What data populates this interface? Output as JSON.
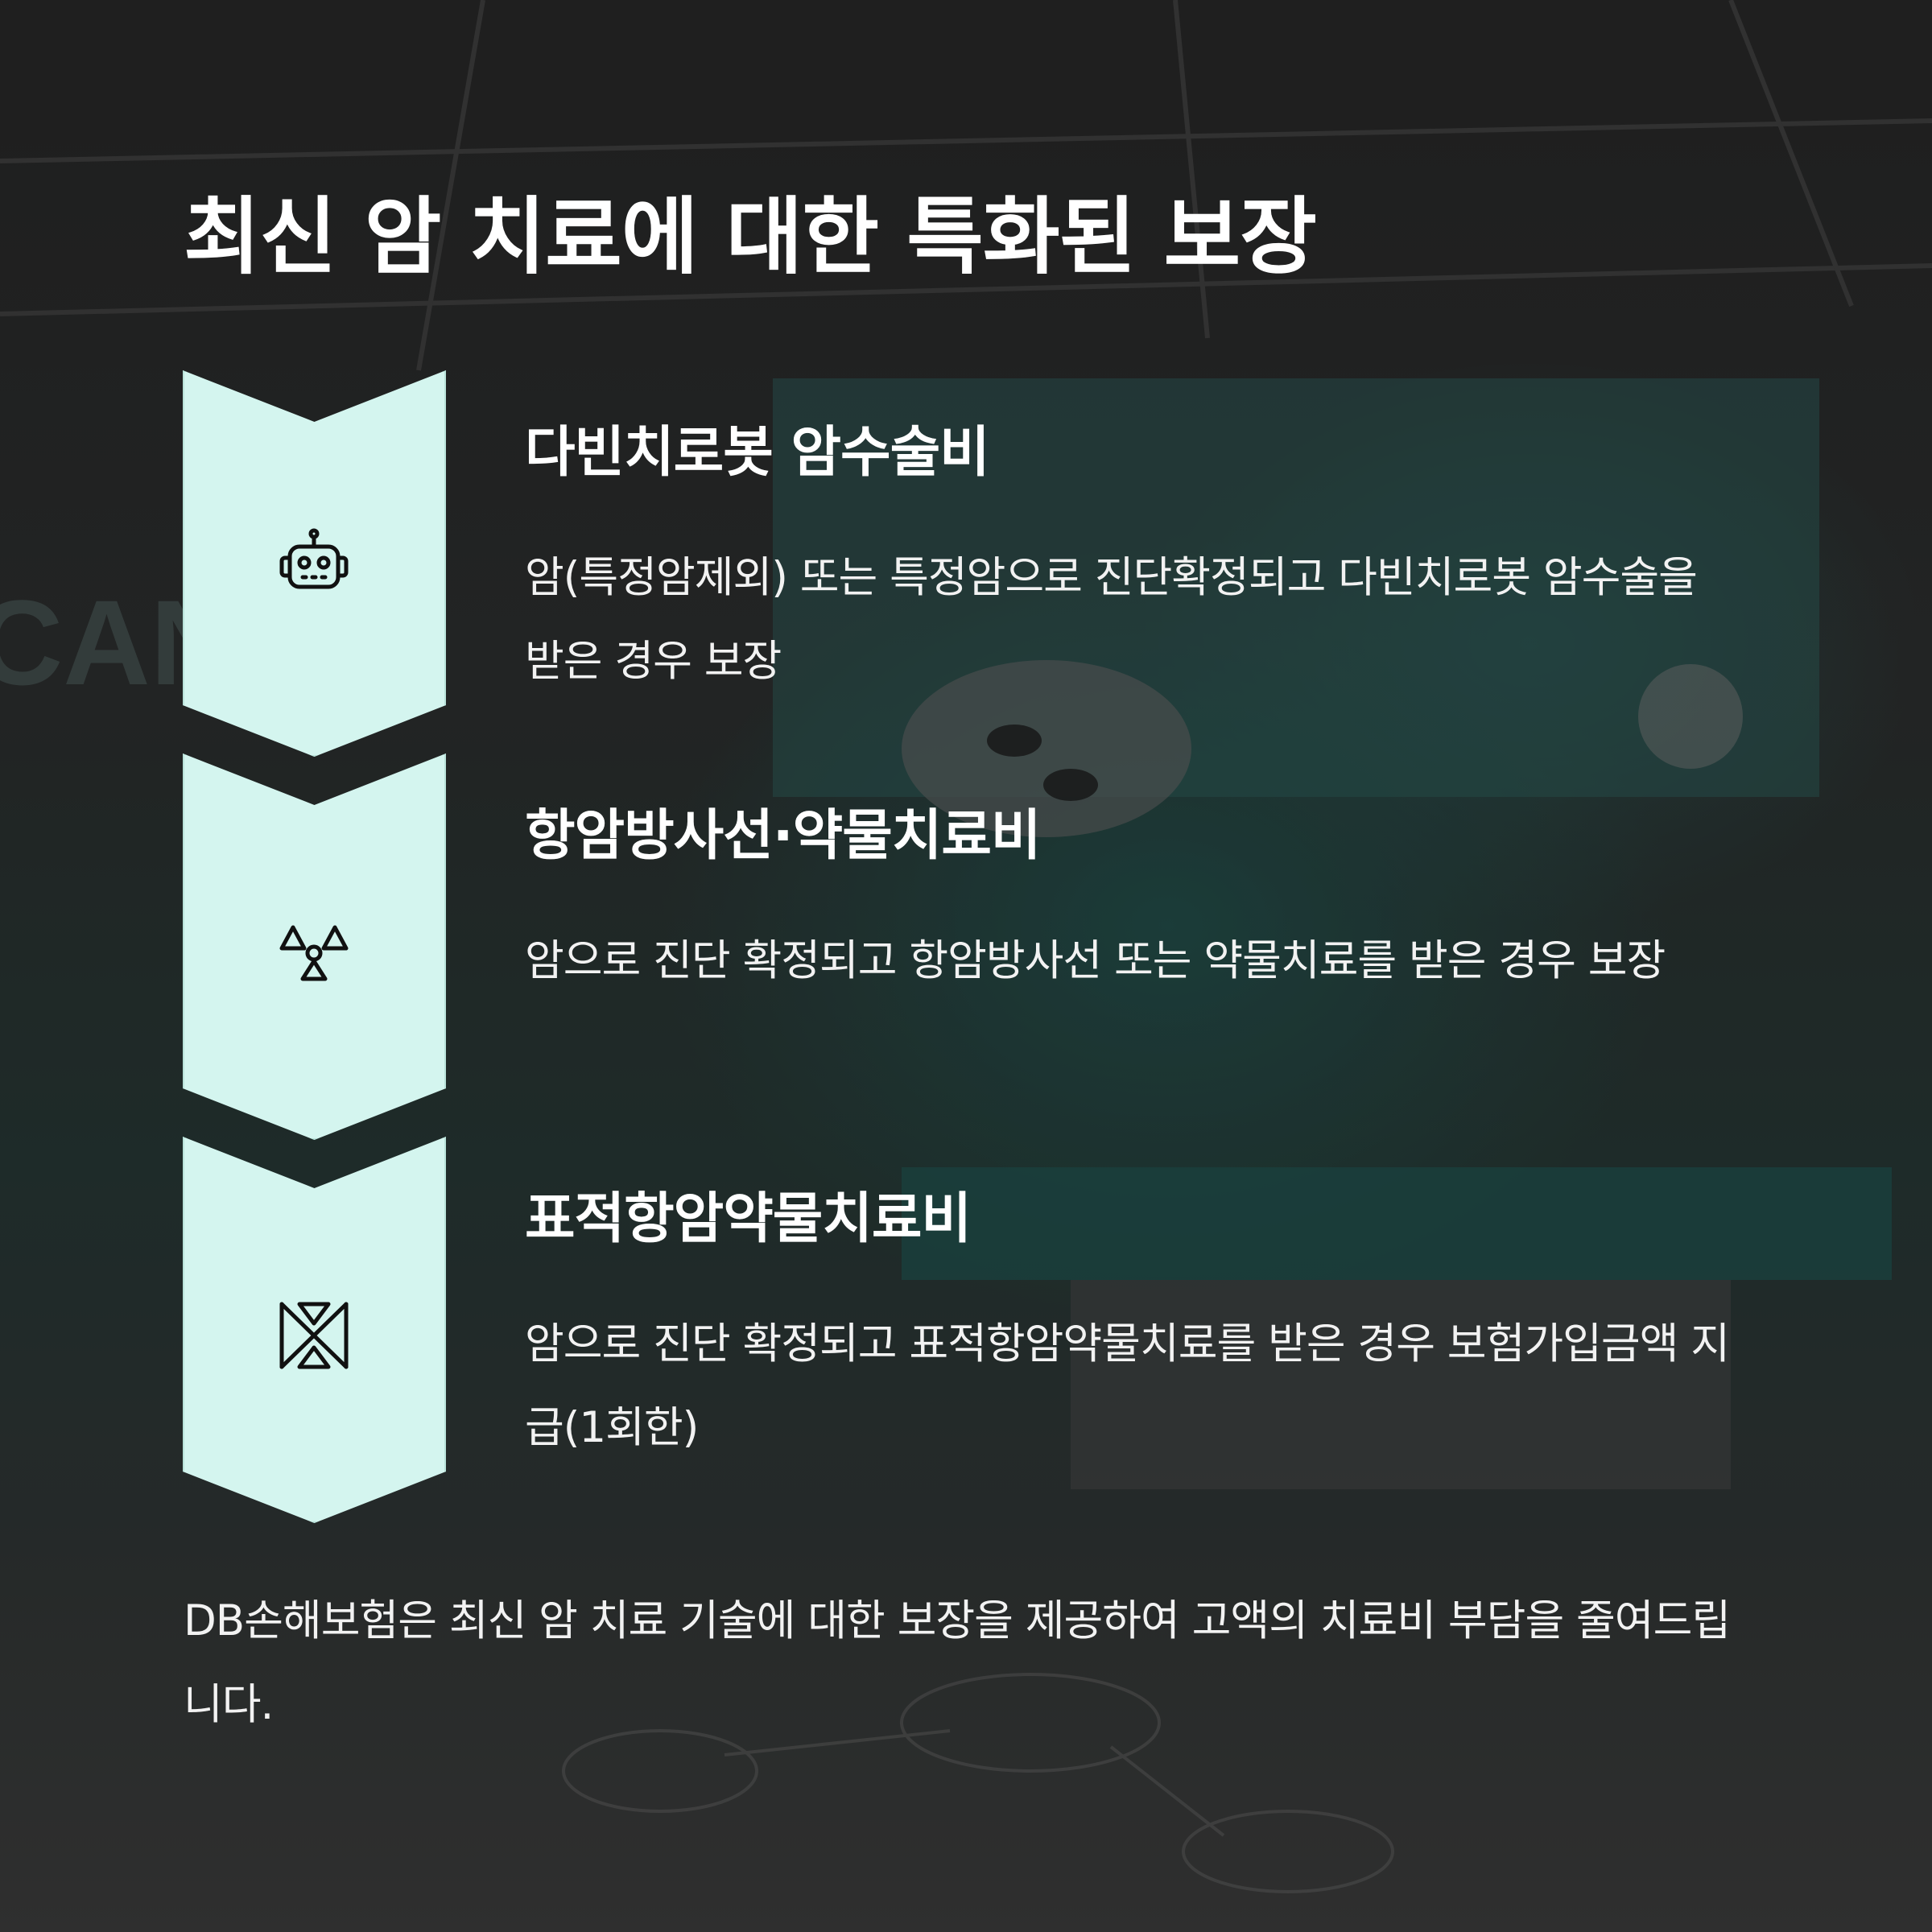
{
  "title": "최신 암 치료에 대한 특화된 보장",
  "items": [
    {
      "icon": "robot-icon",
      "title": "다빈치로봇 암수술비",
      "description": "암(특정암제외) 또는 특정암으로 진단확정되고 다빈치로봇 암수술을 받은 경우 보장"
    },
    {
      "icon": "radiation-icon",
      "title": "항암방사선·약물치료비",
      "description": "암으로 진단 확정되고 항암방사선 또는 약물치료를 받은 경우 보장"
    },
    {
      "icon": "targeted-therapy-icon",
      "title": "표적항암약물치료비",
      "description": "암으로 진단 확정되고 표적항암약물치료를 받은 경우 보험가입금액 지급(1회한)"
    }
  ],
  "footer": "DB손해보험은 최신 암 치료 기술에 대한 보장을 제공하여 고액의 치료비 부담을 줄여드립니다.",
  "colors": {
    "chevron_fill": "#d4f5ef",
    "icon_stroke": "#111111",
    "text": "#ffffff"
  }
}
